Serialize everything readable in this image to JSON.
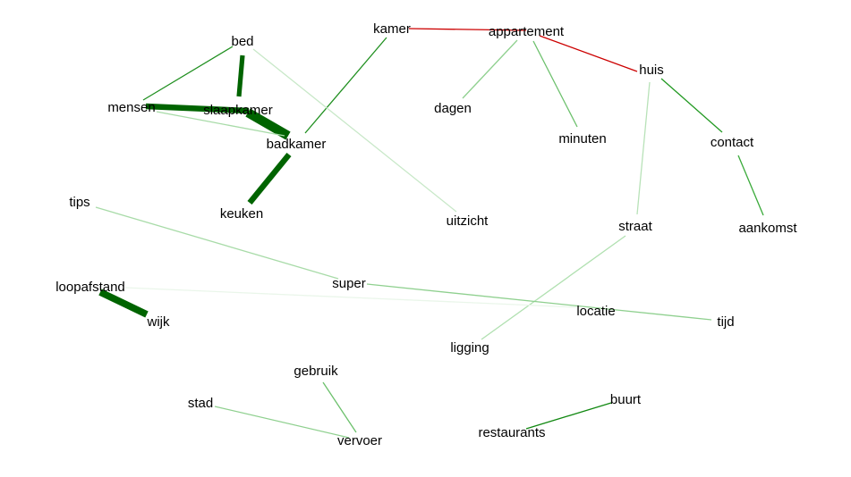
{
  "diagram": {
    "type": "word-network",
    "nodes": [
      {
        "id": "bed",
        "label": "bed"
      },
      {
        "id": "mensen",
        "label": "mensen"
      },
      {
        "id": "slaapkamer",
        "label": "slaapkamer"
      },
      {
        "id": "badkamer",
        "label": "badkamer"
      },
      {
        "id": "keuken",
        "label": "keuken"
      },
      {
        "id": "kamer",
        "label": "kamer"
      },
      {
        "id": "appartement",
        "label": "appartement"
      },
      {
        "id": "huis",
        "label": "huis"
      },
      {
        "id": "dagen",
        "label": "dagen"
      },
      {
        "id": "minuten",
        "label": "minuten"
      },
      {
        "id": "contact",
        "label": "contact"
      },
      {
        "id": "aankomst",
        "label": "aankomst"
      },
      {
        "id": "uitzicht",
        "label": "uitzicht"
      },
      {
        "id": "straat",
        "label": "straat"
      },
      {
        "id": "tips",
        "label": "tips"
      },
      {
        "id": "super",
        "label": "super"
      },
      {
        "id": "locatie",
        "label": "locatie"
      },
      {
        "id": "tijd",
        "label": "tijd"
      },
      {
        "id": "loopafstand",
        "label": "loopafstand"
      },
      {
        "id": "wijk",
        "label": "wijk"
      },
      {
        "id": "ligging",
        "label": "ligging"
      },
      {
        "id": "gebruik",
        "label": "gebruik"
      },
      {
        "id": "stad",
        "label": "stad"
      },
      {
        "id": "vervoer",
        "label": "vervoer"
      },
      {
        "id": "buurt",
        "label": "buurt"
      },
      {
        "id": "restaurants",
        "label": "restaurants"
      }
    ],
    "edges": [
      {
        "source": "kamer",
        "target": "appartement",
        "color": "#cc0000",
        "weight": 1
      },
      {
        "source": "appartement",
        "target": "huis",
        "color": "#cc0000",
        "weight": 1
      },
      {
        "source": "slaapkamer",
        "target": "badkamer",
        "color": "#006400",
        "weight": 8
      },
      {
        "source": "mensen",
        "target": "slaapkamer",
        "color": "#006400",
        "weight": 5
      },
      {
        "source": "bed",
        "target": "slaapkamer",
        "color": "#006400",
        "weight": 4
      },
      {
        "source": "badkamer",
        "target": "keuken",
        "color": "#006400",
        "weight": 5
      },
      {
        "source": "loopafstand",
        "target": "wijk",
        "color": "#006400",
        "weight": 6
      },
      {
        "source": "bed",
        "target": "mensen",
        "color": "#1f8f1f",
        "weight": 1
      },
      {
        "source": "kamer",
        "target": "badkamer",
        "color": "#1f8f1f",
        "weight": 1
      },
      {
        "source": "mensen",
        "target": "badkamer",
        "color": "#a8dba8",
        "weight": 1
      },
      {
        "source": "bed",
        "target": "uitzicht",
        "color": "#c8e8c8",
        "weight": 1
      },
      {
        "source": "appartement",
        "target": "dagen",
        "color": "#8fd08f",
        "weight": 1
      },
      {
        "source": "appartement",
        "target": "minuten",
        "color": "#6cc06c",
        "weight": 1
      },
      {
        "source": "huis",
        "target": "contact",
        "color": "#229922",
        "weight": 1
      },
      {
        "source": "contact",
        "target": "aankomst",
        "color": "#3aaa3a",
        "weight": 1
      },
      {
        "source": "huis",
        "target": "straat",
        "color": "#b8e2b8",
        "weight": 1
      },
      {
        "source": "straat",
        "target": "ligging",
        "color": "#b0e0b0",
        "weight": 1
      },
      {
        "source": "tips",
        "target": "super",
        "color": "#a8dba8",
        "weight": 1
      },
      {
        "source": "super",
        "target": "tijd",
        "color": "#8fd08f",
        "weight": 1
      },
      {
        "source": "loopafstand",
        "target": "locatie",
        "color": "#eaf6ea",
        "weight": 1
      },
      {
        "source": "gebruik",
        "target": "vervoer",
        "color": "#6cc06c",
        "weight": 1
      },
      {
        "source": "stad",
        "target": "vervoer",
        "color": "#8fd08f",
        "weight": 1
      },
      {
        "source": "restaurants",
        "target": "buurt",
        "color": "#118811",
        "weight": 1
      }
    ]
  }
}
